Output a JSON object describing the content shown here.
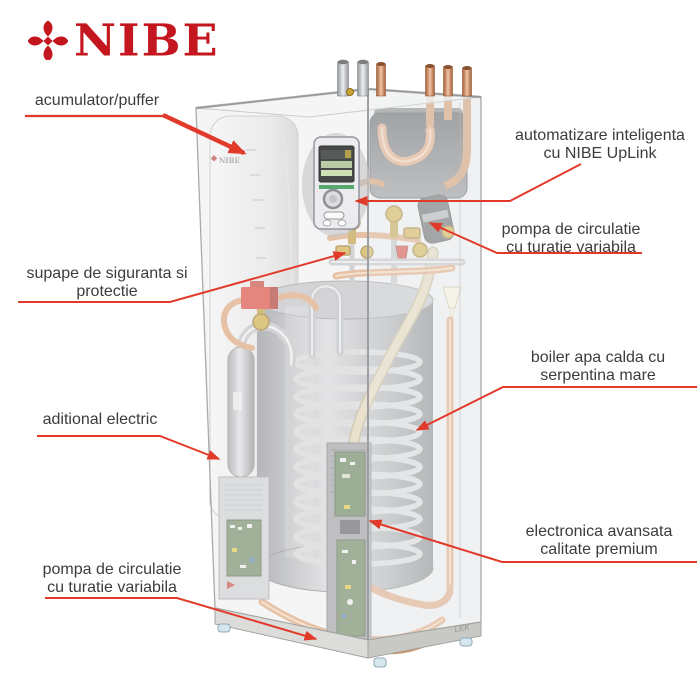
{
  "brand": {
    "wordmark": "NIBE",
    "icon": "nibe-flower-icon",
    "color": "#c3161e"
  },
  "annotations": {
    "accent_color": "#e23a2a",
    "text_color": "#3c3c3c",
    "acumulator": {
      "text": "acumulator/puffer"
    },
    "automatizare": {
      "line1": "automatizare inteligenta",
      "line2": "cu NIBE UpLink"
    },
    "pompa_sus": {
      "line1": "pompa de circulatie",
      "line2": "cu turatie variabila"
    },
    "supape": {
      "line1": "supape de siguranta si",
      "line2": "protectie"
    },
    "boiler": {
      "line1": "boiler apa calda cu",
      "line2": "serpentina mare"
    },
    "aditional": {
      "text": "aditional electric"
    },
    "electronica": {
      "line1": "electronica avansata",
      "line2": "calitate premium"
    },
    "pompa_jos": {
      "line1": "pompa de circulatie",
      "line2": "cu turatie variabila"
    }
  },
  "unit": {
    "watermark": "LEK",
    "panel_logo": "NIBE"
  }
}
